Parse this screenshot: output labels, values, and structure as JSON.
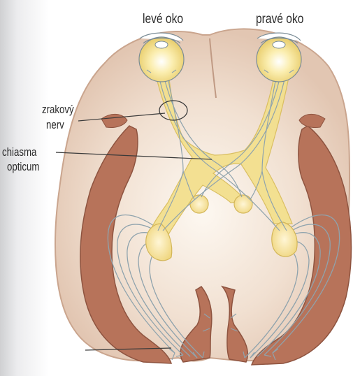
{
  "labels": {
    "left_eye": "levé oko",
    "right_eye": "pravé oko",
    "optic_nerve_line1": "zrakový",
    "optic_nerve_line2": "nerv",
    "chiasm_line1": "chiasma",
    "chiasm_line2": "opticum"
  },
  "colors": {
    "brain": "#e9d3c3",
    "cortex": "#b7735a",
    "pathway": "#f3e08e",
    "fibers": "#8fa3ad",
    "text": "#2b2b2b"
  }
}
